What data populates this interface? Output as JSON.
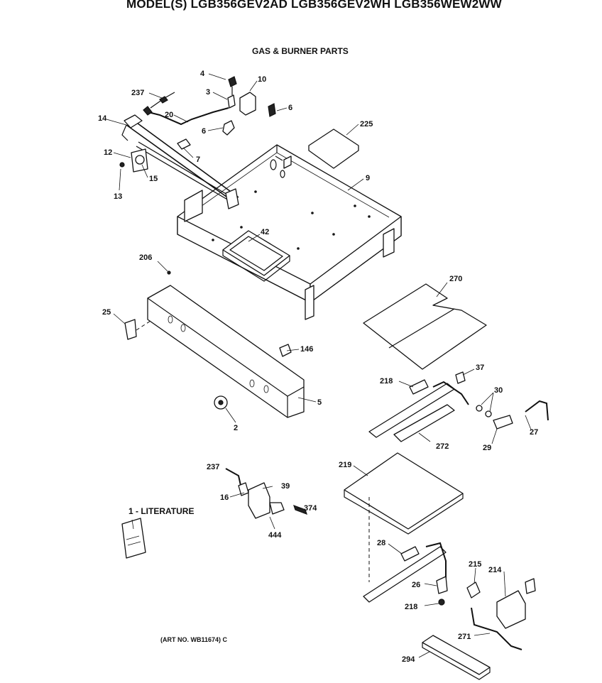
{
  "title": "MODEL(S) LGB356GEV2AD  LGB356GEV2WH  LGB356WEW2WW",
  "section_title": "GAS & BURNER PARTS",
  "literature_label": "1 - LITERATURE",
  "art_number": "(ART NO. WB11674) C",
  "callouts": {
    "p4": "4",
    "p10": "10",
    "p237a": "237",
    "p3": "3",
    "p6a": "6",
    "p14": "14",
    "p20": "20",
    "p6b": "6",
    "p225": "225",
    "p12": "12",
    "p7": "7",
    "p15": "15",
    "p13": "13",
    "p9": "9",
    "p42": "42",
    "p206": "206",
    "p270": "270",
    "p25": "25",
    "p146": "146",
    "p37": "37",
    "p218a": "218",
    "p30": "30",
    "p5": "5",
    "p2": "2",
    "p27": "27",
    "p272": "272",
    "p29": "29",
    "p219": "219",
    "p237b": "237",
    "p39": "39",
    "p16": "16",
    "p374": "374",
    "p444": "444",
    "p28": "28",
    "p215": "215",
    "p214": "214",
    "p26": "26",
    "p218b": "218",
    "p271": "271",
    "p294": "294"
  }
}
